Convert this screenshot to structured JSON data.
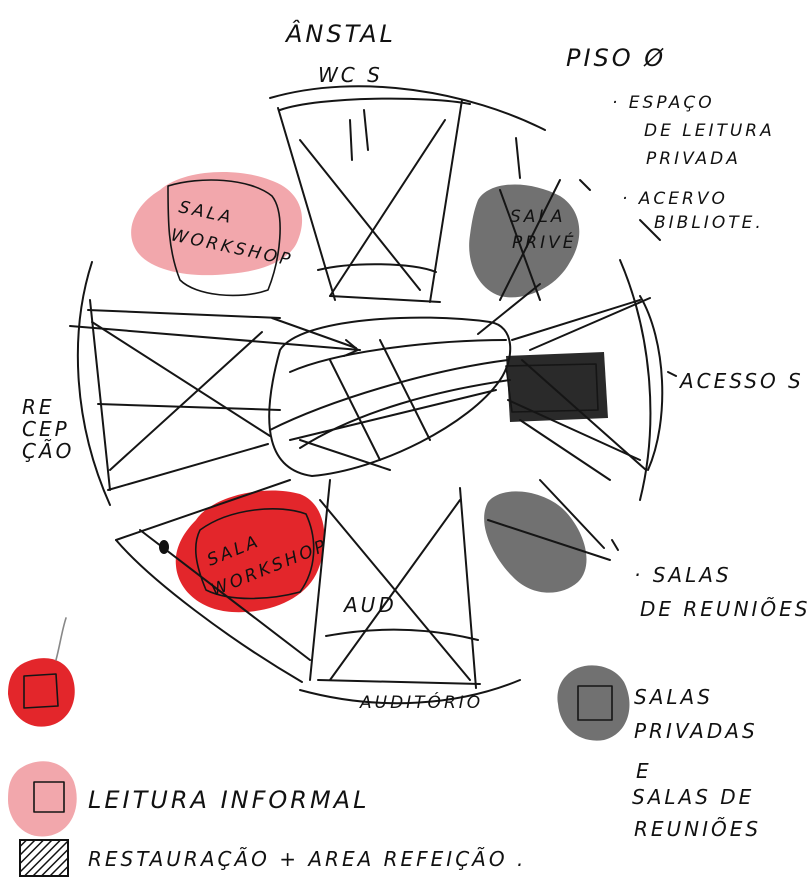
{
  "colors": {
    "ink": "#151515",
    "paper": "#ffffff",
    "workshop_red": "#e3262b",
    "leitura_pink": "#f2a7ac",
    "private_grey": "#717171",
    "access_dark": "#2a2a2a"
  },
  "header": {
    "title": "ÂNSTAL",
    "floor_label": "PISO Ø"
  },
  "zones": {
    "wc": "WC S",
    "sala_workshop_top": [
      "SALA",
      "WORKSHOP"
    ],
    "sala_prive": [
      "SALA",
      "PRIVÉ"
    ],
    "rececao": [
      "RE",
      "CEP",
      "ÇÃO"
    ],
    "sala_workshop_bottom": [
      "SALA",
      "WORKSHOP"
    ],
    "auditorio_inner": "AUD",
    "auditorio": "AUDITÓRIO",
    "acessos": "ACESSO S"
  },
  "notes": {
    "espaco_leitura": [
      "· ESPAÇO",
      "DE LEITURA",
      "PRIVADA"
    ],
    "acervo": [
      "· ACERVO",
      "BIBLIOTE."
    ],
    "salas_reunioes": [
      "· SALAS",
      "DE REUNIÕES"
    ]
  },
  "legend": [
    {
      "swatch": "workshop-red",
      "label": ""
    },
    {
      "swatch": "leitura-pink",
      "label": "LEITURA INFORMAL"
    },
    {
      "swatch": "hatched",
      "label": "RESTAURAÇÃO + AREA REFEIÇÃO ."
    },
    {
      "swatch": "private-grey",
      "label": [
        "SALAS",
        "PRIVADAS",
        "E",
        "SALAS DE",
        "REUNIÕES"
      ]
    }
  ]
}
